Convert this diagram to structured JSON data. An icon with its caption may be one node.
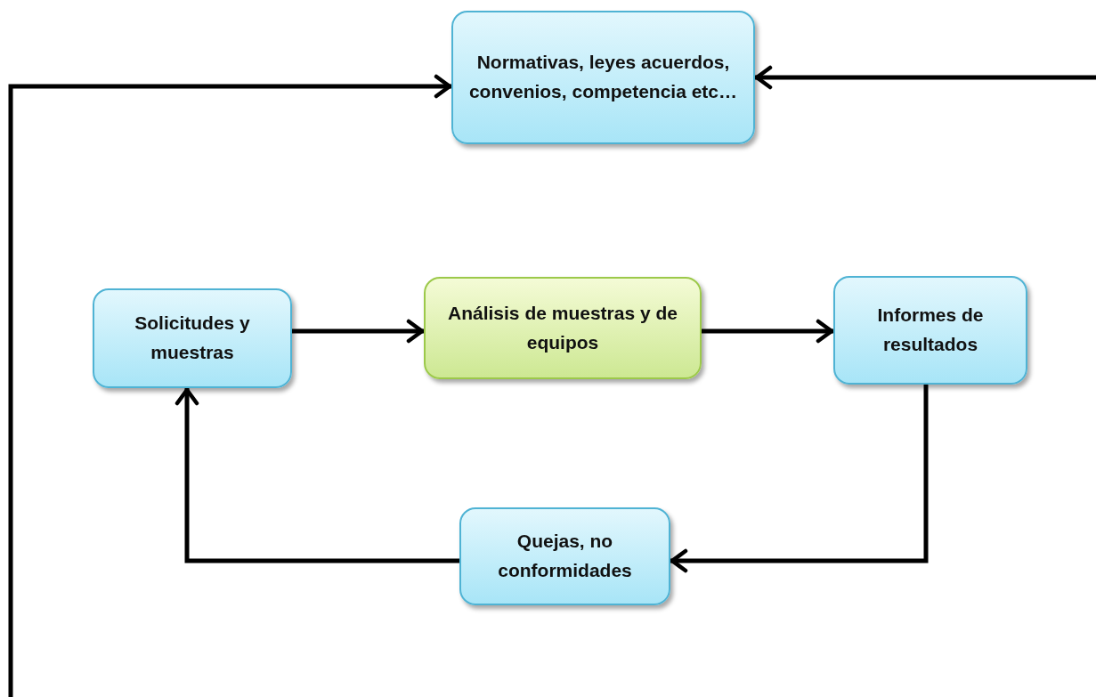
{
  "diagram": {
    "nodes": [
      {
        "text": [
          "Normativas, leyes acuerdos, convenios, competencia etc…"
        ]
      },
      {
        "text": [
          "Solicitudes y muestras"
        ]
      },
      {
        "text": [
          "Análisis de muestras y de equipos"
        ]
      },
      {
        "text": [
          "Informes de resultados"
        ]
      },
      {
        "text": [
          "Quejas, no conformidades"
        ]
      }
    ],
    "edges": [
      {
        "from": 1,
        "to": 2,
        "arrow": "to"
      },
      {
        "from": 2,
        "to": 3,
        "arrow": "to"
      },
      {
        "from": 3,
        "to": 4,
        "arrow": "to"
      },
      {
        "from": 4,
        "to": 1,
        "arrow": "to"
      },
      {
        "from": null,
        "to": 0,
        "arrow": "to"
      },
      {
        "from": null,
        "to": 0,
        "arrow": "to"
      }
    ]
  }
}
